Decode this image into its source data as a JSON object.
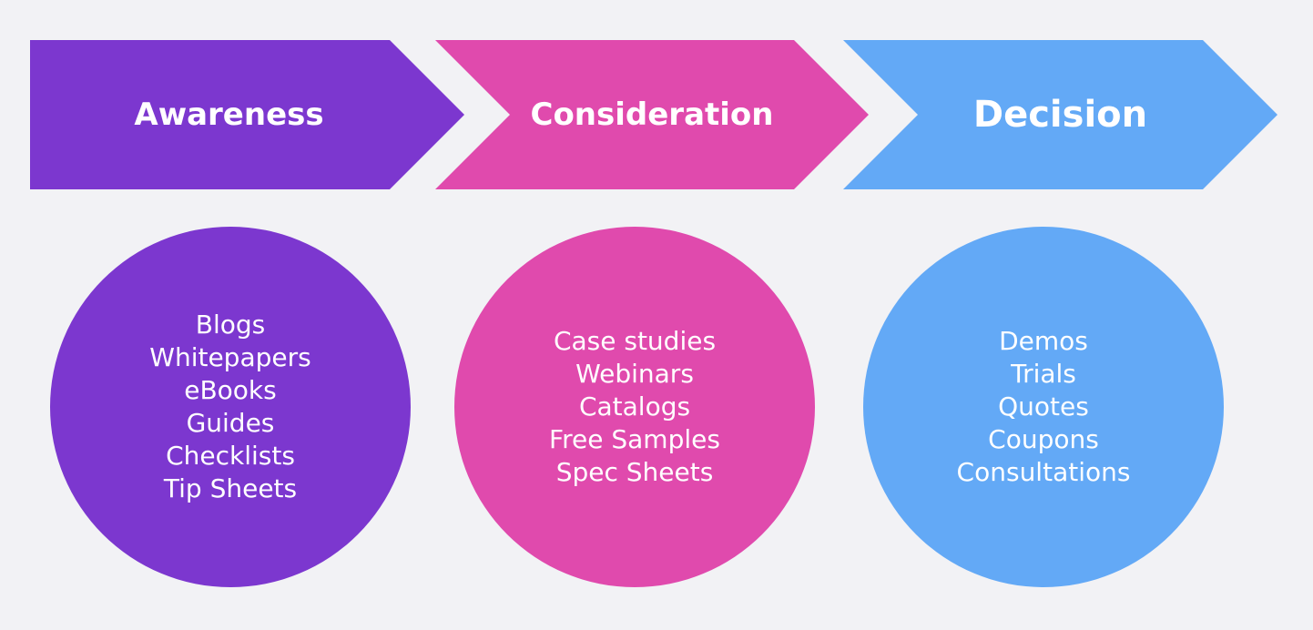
{
  "stages": [
    {
      "title": "Awareness",
      "color": "#7c37cf",
      "items": [
        "Blogs",
        "Whitepapers",
        "eBooks",
        "Guides",
        "Checklists",
        "Tip Sheets"
      ]
    },
    {
      "title": "Consideration",
      "color": "#e04aad",
      "items": [
        "Case studies",
        "Webinars",
        "Catalogs",
        "Free Samples",
        "Spec Sheets"
      ]
    },
    {
      "title": "Decision",
      "color": "#63a9f6",
      "items": [
        "Demos",
        "Trials",
        "Quotes",
        "Coupons",
        "Consultations"
      ]
    }
  ]
}
